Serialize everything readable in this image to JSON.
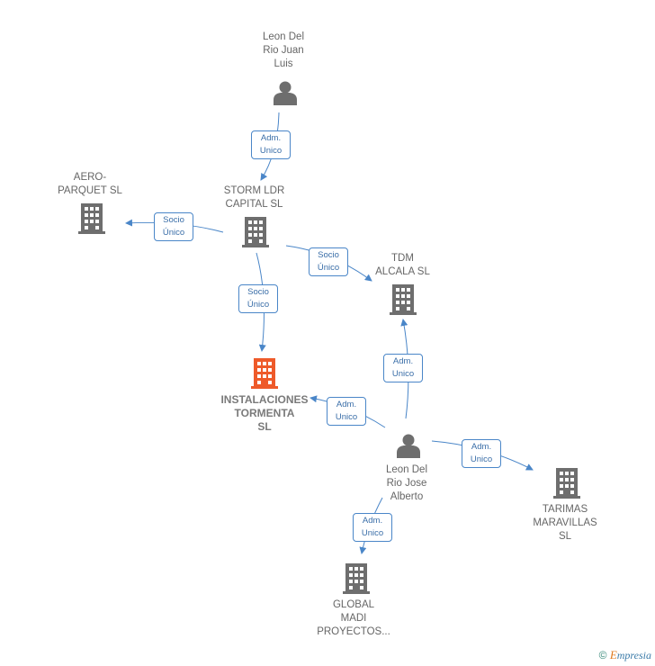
{
  "colors": {
    "edge": "#4a86c8",
    "building": "#6e6e6e",
    "highlight": "#ee5a2a",
    "person": "#6e6e6e"
  },
  "nodes": {
    "leon_juan": {
      "label": "Leon Del\nRio Juan\nLuis",
      "kind": "person-icon"
    },
    "storm": {
      "label": "STORM LDR\nCAPITAL  SL",
      "kind": "building-icon"
    },
    "aero": {
      "label": "AERO-\nPARQUET  SL",
      "kind": "building-icon"
    },
    "tdm": {
      "label": "TDM\nALCALA  SL",
      "kind": "building-icon"
    },
    "instalaciones": {
      "label": "INSTALACIONES\nTORMENTA\nSL",
      "kind": "building-icon"
    },
    "leon_jose": {
      "label": "Leon Del\nRio Jose\nAlberto",
      "kind": "person-icon"
    },
    "tarimas": {
      "label": "TARIMAS\nMARAVILLAS\nSL",
      "kind": "building-icon"
    },
    "global": {
      "label": "GLOBAL\nMADI\nPROYECTOS...",
      "kind": "building-icon"
    }
  },
  "edges": {
    "e1": "Adm.\nUnico",
    "e2": "Socio\nÚnico",
    "e3": "Socio\nÚnico",
    "e4": "Socio\nÚnico",
    "e5": "Adm.\nUnico",
    "e6": "Adm.\nUnico",
    "e7": "Adm.\nUnico",
    "e8": "Adm.\nUnico"
  },
  "footer": {
    "copyright": "©",
    "brand_first": "E",
    "brand_rest": "mpresia"
  }
}
